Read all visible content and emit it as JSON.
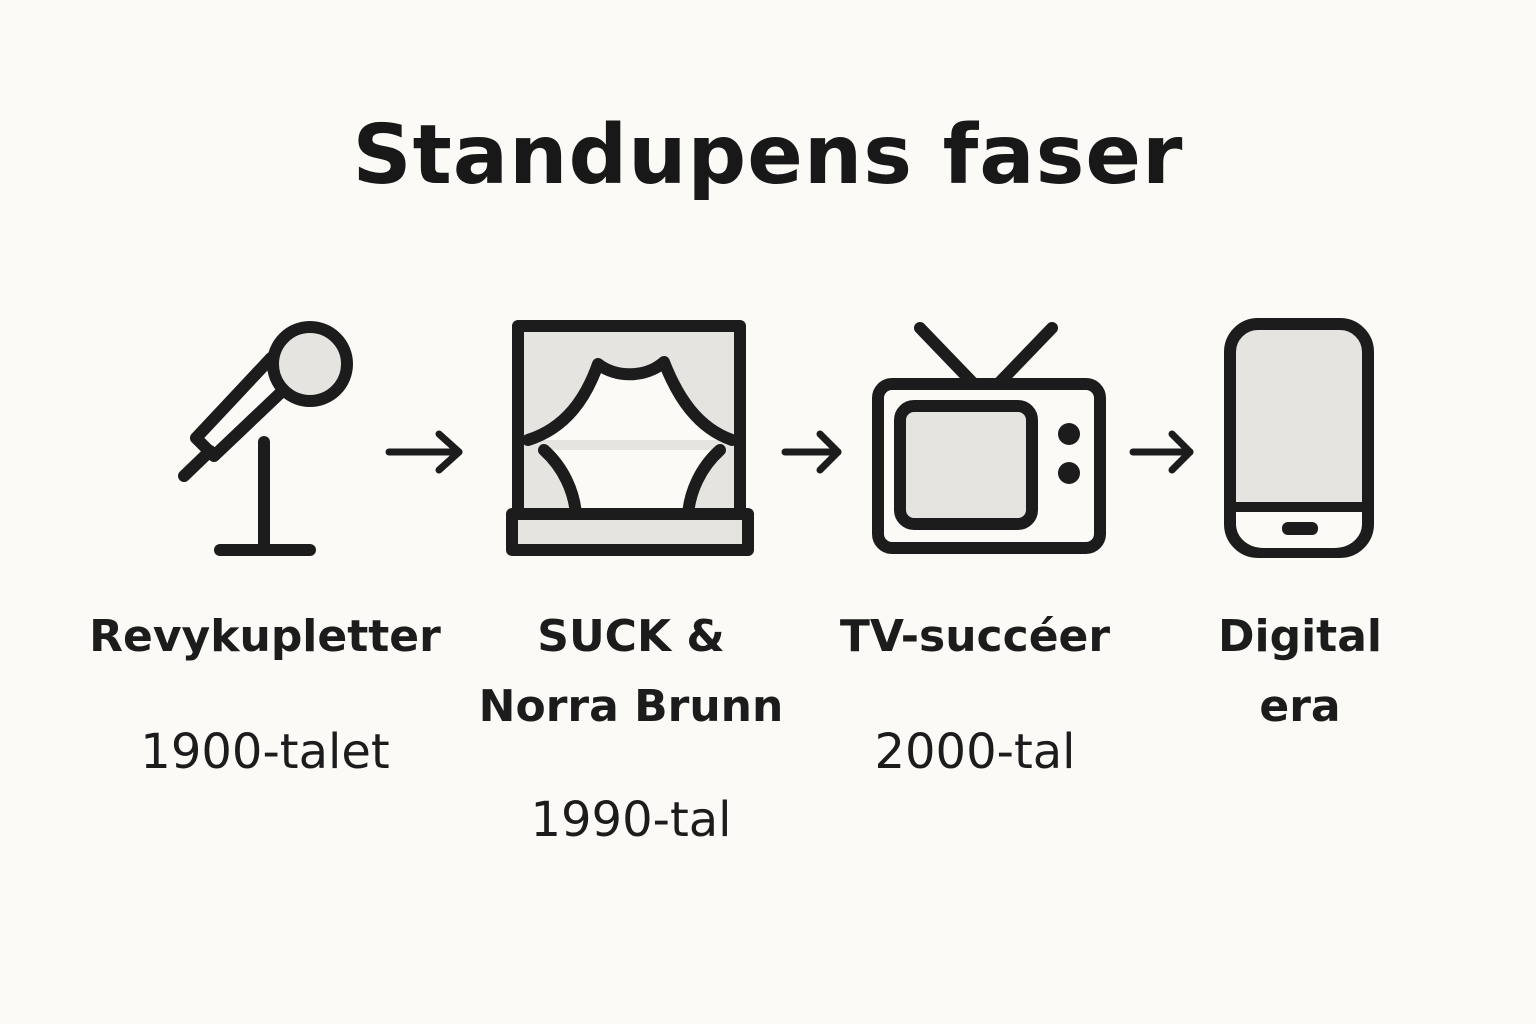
{
  "title": "Standupens faser",
  "colors": {
    "background": "#fbfaf7",
    "stroke": "#1c1c1c",
    "fill": "#e6e4e1"
  },
  "phases": [
    {
      "icon": "microphone-icon",
      "label_lines": [
        "Revykupletter"
      ],
      "period": "1900-talet"
    },
    {
      "icon": "stage-curtain-icon",
      "label_lines": [
        "SUCK &",
        "Norra Brunn"
      ],
      "period": "1990-tal"
    },
    {
      "icon": "television-icon",
      "label_lines": [
        "TV-succéer"
      ],
      "period": "2000-tal"
    },
    {
      "icon": "smartphone-icon",
      "label_lines": [
        "Digital",
        "era"
      ],
      "period": ""
    }
  ]
}
